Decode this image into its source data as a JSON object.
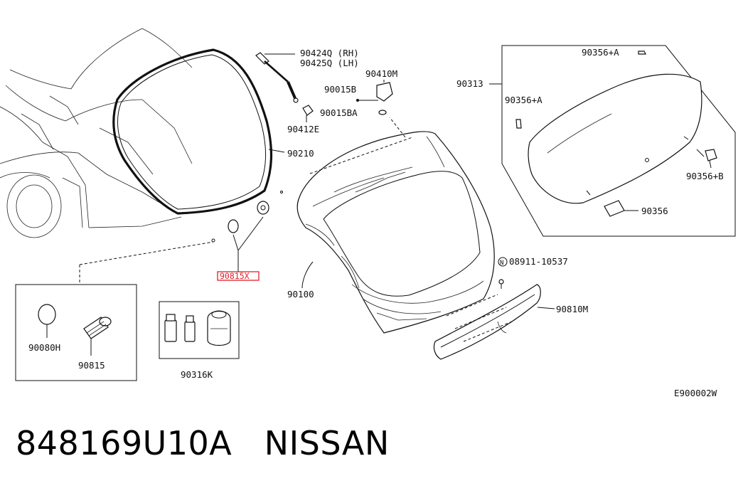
{
  "labels": {
    "p90424q": "90424Q (RH)",
    "p90425q": "90425Q (LH)",
    "p90410m": "90410M",
    "p90015b": "90015B",
    "p90015ba": "90015BA",
    "p90412e": "90412E",
    "p90210": "90210",
    "p90313": "90313",
    "p90356a_top": "90356+A",
    "p90356a_left": "90356+A",
    "p90356b": "90356+B",
    "p90356": "90356",
    "p90815x": "90815X",
    "p90100": "90100",
    "p08911": "08911-10537",
    "p08911_symbol": "N",
    "p90810m": "90810M",
    "p90080h": "90080H",
    "p90815": "90815",
    "p90316k": "90316K",
    "diagram_code": "E900002W"
  },
  "caption": {
    "part_number": "848169U10A",
    "brand": "NISSAN"
  },
  "colors": {
    "highlight": "#e0202a",
    "line": "#111111"
  }
}
